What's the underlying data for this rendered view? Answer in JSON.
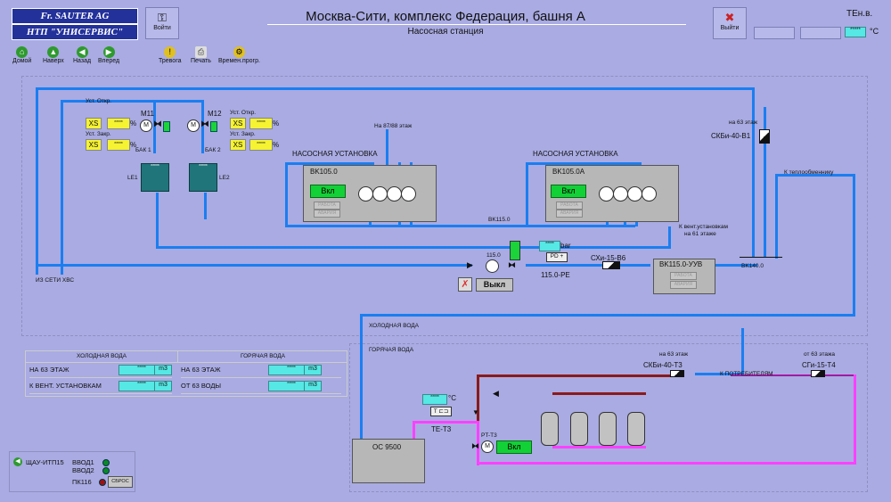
{
  "header": {
    "logo_line1": "Fr. SAUTER AG",
    "logo_line2": "НТП \"УНИСЕРВИС\"",
    "title": "Москва-Сити, комплекс Федерация, башня А",
    "subtitle": "Насосная станция",
    "login_label": "Войти",
    "logout_label": "Выйти",
    "teb_label": "TEн.в.",
    "temp_unit": "°C",
    "temp_value": "*****"
  },
  "nav": {
    "home": "Домой",
    "up": "Наверх",
    "back": "Назад",
    "forward": "Вперед",
    "alarm": "Тревога",
    "print": "Печать",
    "schedule": "Времен.прогр."
  },
  "scheme": {
    "m11": "M11",
    "m12": "M12",
    "bak1": "БАК 1",
    "bak2": "БАК 2",
    "le1": "LE1",
    "le2": "LE2",
    "ust_open": "Уст. Откр.",
    "ust_close": "Уст. Закр.",
    "xs": "XS",
    "pct": "%",
    "stars": "*****",
    "to_87_88": "На 87/88 этаж",
    "pump_group": "НАСОСНАЯ   УСТАНОВКА",
    "vk105_0": "BK105.0",
    "vk105_0a": "BK105.0A",
    "on_label": "Вкл",
    "off_label": "Выкл",
    "rabota": "РАБОТА",
    "avariya": "АВАРИЯ",
    "vk115_0": "BK115.0",
    "to_vent": "К вент.установкам",
    "on_61": "на 61 этаже",
    "val_115": "115.0",
    "bar_unit": "bar",
    "pd_label": "PD +",
    "pe_label": "115.0-PE",
    "sxi_b6": "СХи-15-В6",
    "vk115_uuv": "BK115.0-УУВ",
    "vk140": "BK140.0",
    "on_63": "на 63 этаж",
    "skbi_40_b1": "СКБи-40-В1",
    "to_heat": "К теплообменнику",
    "from_cold": "ИЗ СЕТИ ХВС",
    "cold_water": "ХОЛОДНАЯ ВОДА",
    "hot_water": "ГОРЯЧАЯ ВОДА",
    "skbi_40_t3": "СКБи-40-Т3",
    "to_consumers": "К ПОТРЕБИТЕЛЯМ",
    "from_63": "от 63 этажа",
    "sgi_15_t4": "СГи-15-Т4",
    "te_t3": "TE-T3",
    "pt_t3": "PT-T3",
    "oc9500": "OC 9500",
    "temp_c": "°C",
    "t_label": "T ⊏⊐"
  },
  "meters": {
    "cold_header": "ХОЛОДНАЯ ВОДА",
    "hot_header": "ГОРЯЧАЯ ВОДА",
    "rows_left": [
      {
        "label": "НА 63 ЭТАЖ",
        "value": "*****",
        "unit": "m3"
      },
      {
        "label": "К ВЕНТ. УСТАНОВКАМ",
        "value": "*****",
        "unit": "m3"
      }
    ],
    "rows_right": [
      {
        "label": "НА 63 ЭТАЖ",
        "value": "*****",
        "unit": "m3"
      },
      {
        "label": "ОТ 63 ВОДЫ",
        "value": "*****",
        "unit": "m3"
      }
    ]
  },
  "status": {
    "panel": "ЩАУ-ИТП15",
    "input1": "ВВОД1",
    "input2": "ВВОД2",
    "pk": "ПК116",
    "reset": "СБРОС"
  }
}
